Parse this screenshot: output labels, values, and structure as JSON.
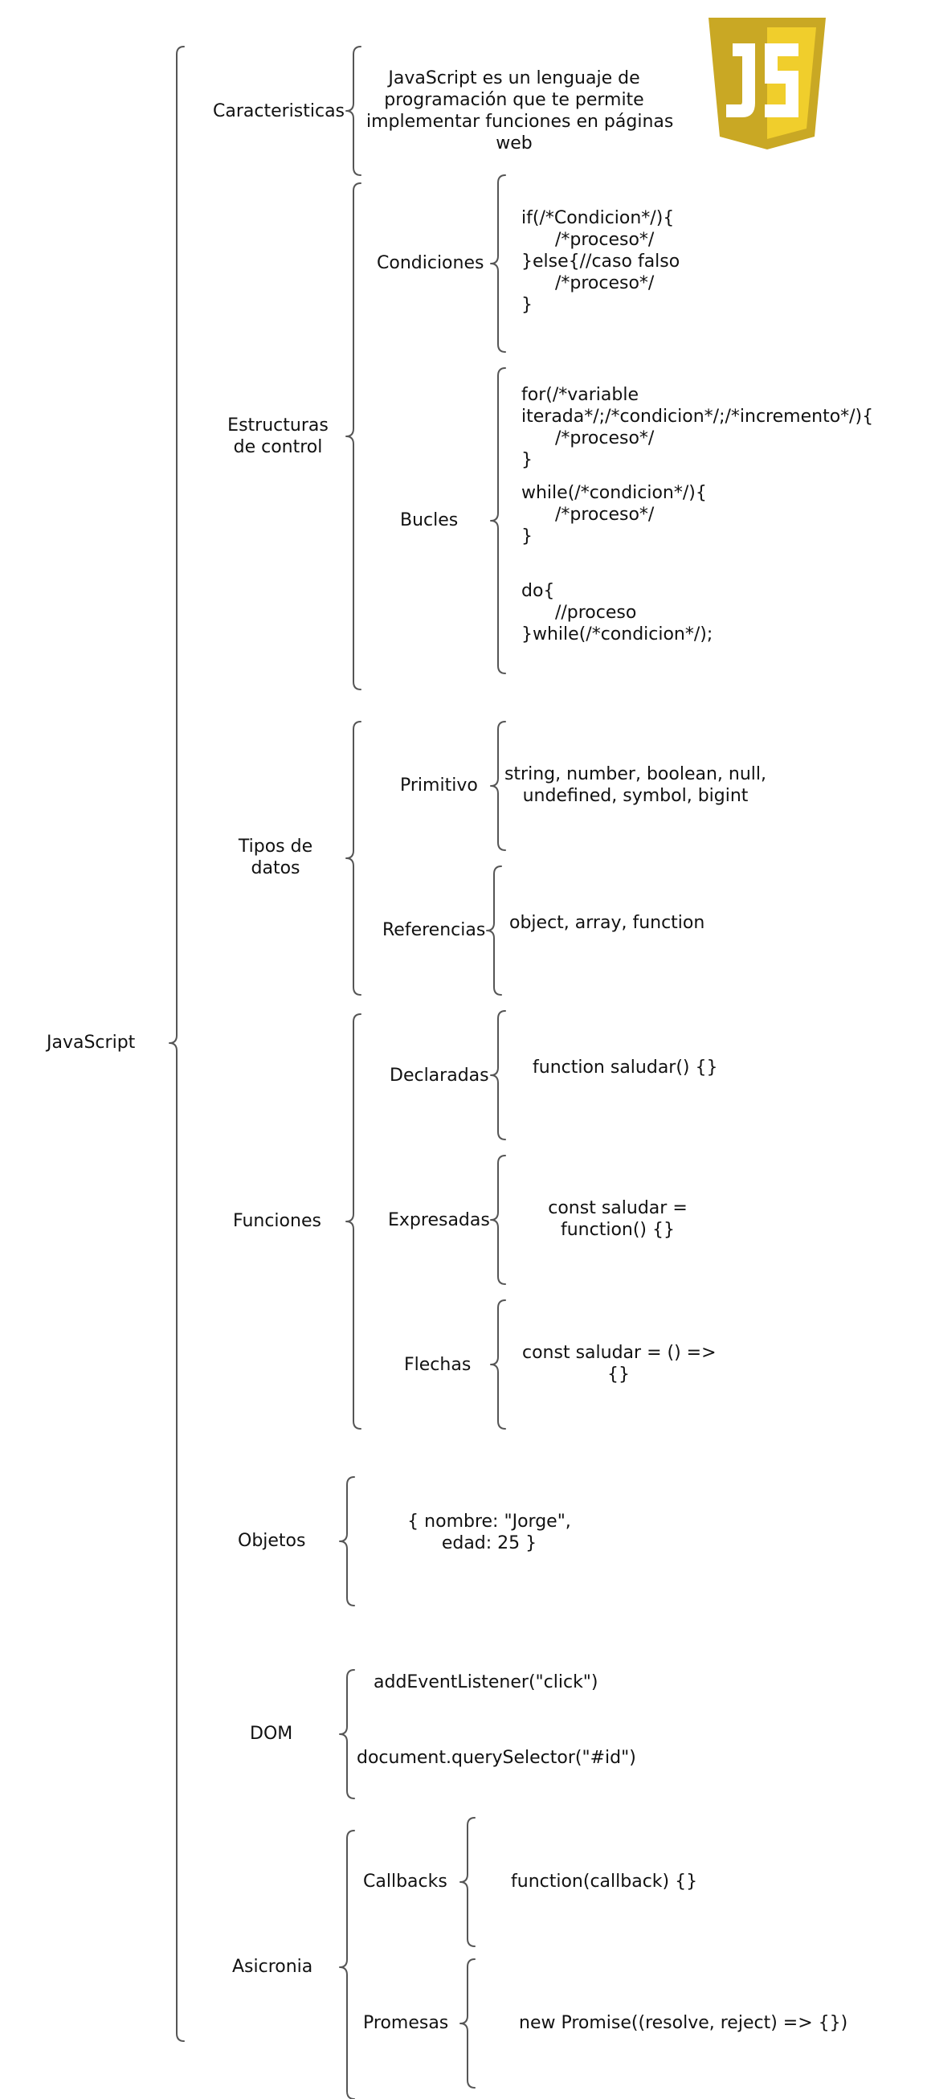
{
  "root": "JavaScript",
  "logo": {
    "text": "JS",
    "colors": {
      "outer": "#C9A824",
      "inner": "#F0CE2C",
      "glyph": "#ffffff"
    }
  },
  "sections": {
    "caracteristicas": {
      "label": "Caracteristicas",
      "text": "JavaScript es un lenguaje de\nprogramación que te permite\nimplementar funciones en páginas\nweb"
    },
    "estructuras": {
      "label": "Estructuras\nde control",
      "condiciones": {
        "label": "Condiciones",
        "code": "if(/*Condicion*/){\n      /*proceso*/\n}else{//caso falso\n      /*proceso*/\n}"
      },
      "bucles": {
        "label": "Bucles",
        "for_code": "for(/*variable\niterada*/;/*condicion*/;/*incremento*/){\n      /*proceso*/\n}",
        "while_code": "while(/*condicion*/){\n      /*proceso*/\n}",
        "do_code": "do{\n      //proceso\n}while(/*condicion*/);"
      }
    },
    "tipos": {
      "label": "Tipos de\ndatos",
      "primitivo": {
        "label": "Primitivo",
        "text": "string, number, boolean, null,\nundefined, symbol, bigint"
      },
      "referencias": {
        "label": "Referencias",
        "text": "object, array, function"
      }
    },
    "funciones": {
      "label": "Funciones",
      "declaradas": {
        "label": "Declaradas",
        "code": "function saludar() {}"
      },
      "expresadas": {
        "label": "Expresadas",
        "code": "const saludar =\nfunction() {}"
      },
      "flechas": {
        "label": "Flechas",
        "code": "const saludar = () =>\n{}"
      }
    },
    "objetos": {
      "label": "Objetos",
      "code": "{ nombre: \"Jorge\",\nedad: 25 }"
    },
    "dom": {
      "label": "DOM",
      "event": "addEventListener(\"click\")",
      "query": "document.querySelector(\"#id\")"
    },
    "asincronia": {
      "label": "Asicronia",
      "callbacks": {
        "label": "Callbacks",
        "code": "function(callback) {}"
      },
      "promesas": {
        "label": "Promesas",
        "code": "new Promise((resolve, reject) => {})"
      }
    }
  }
}
